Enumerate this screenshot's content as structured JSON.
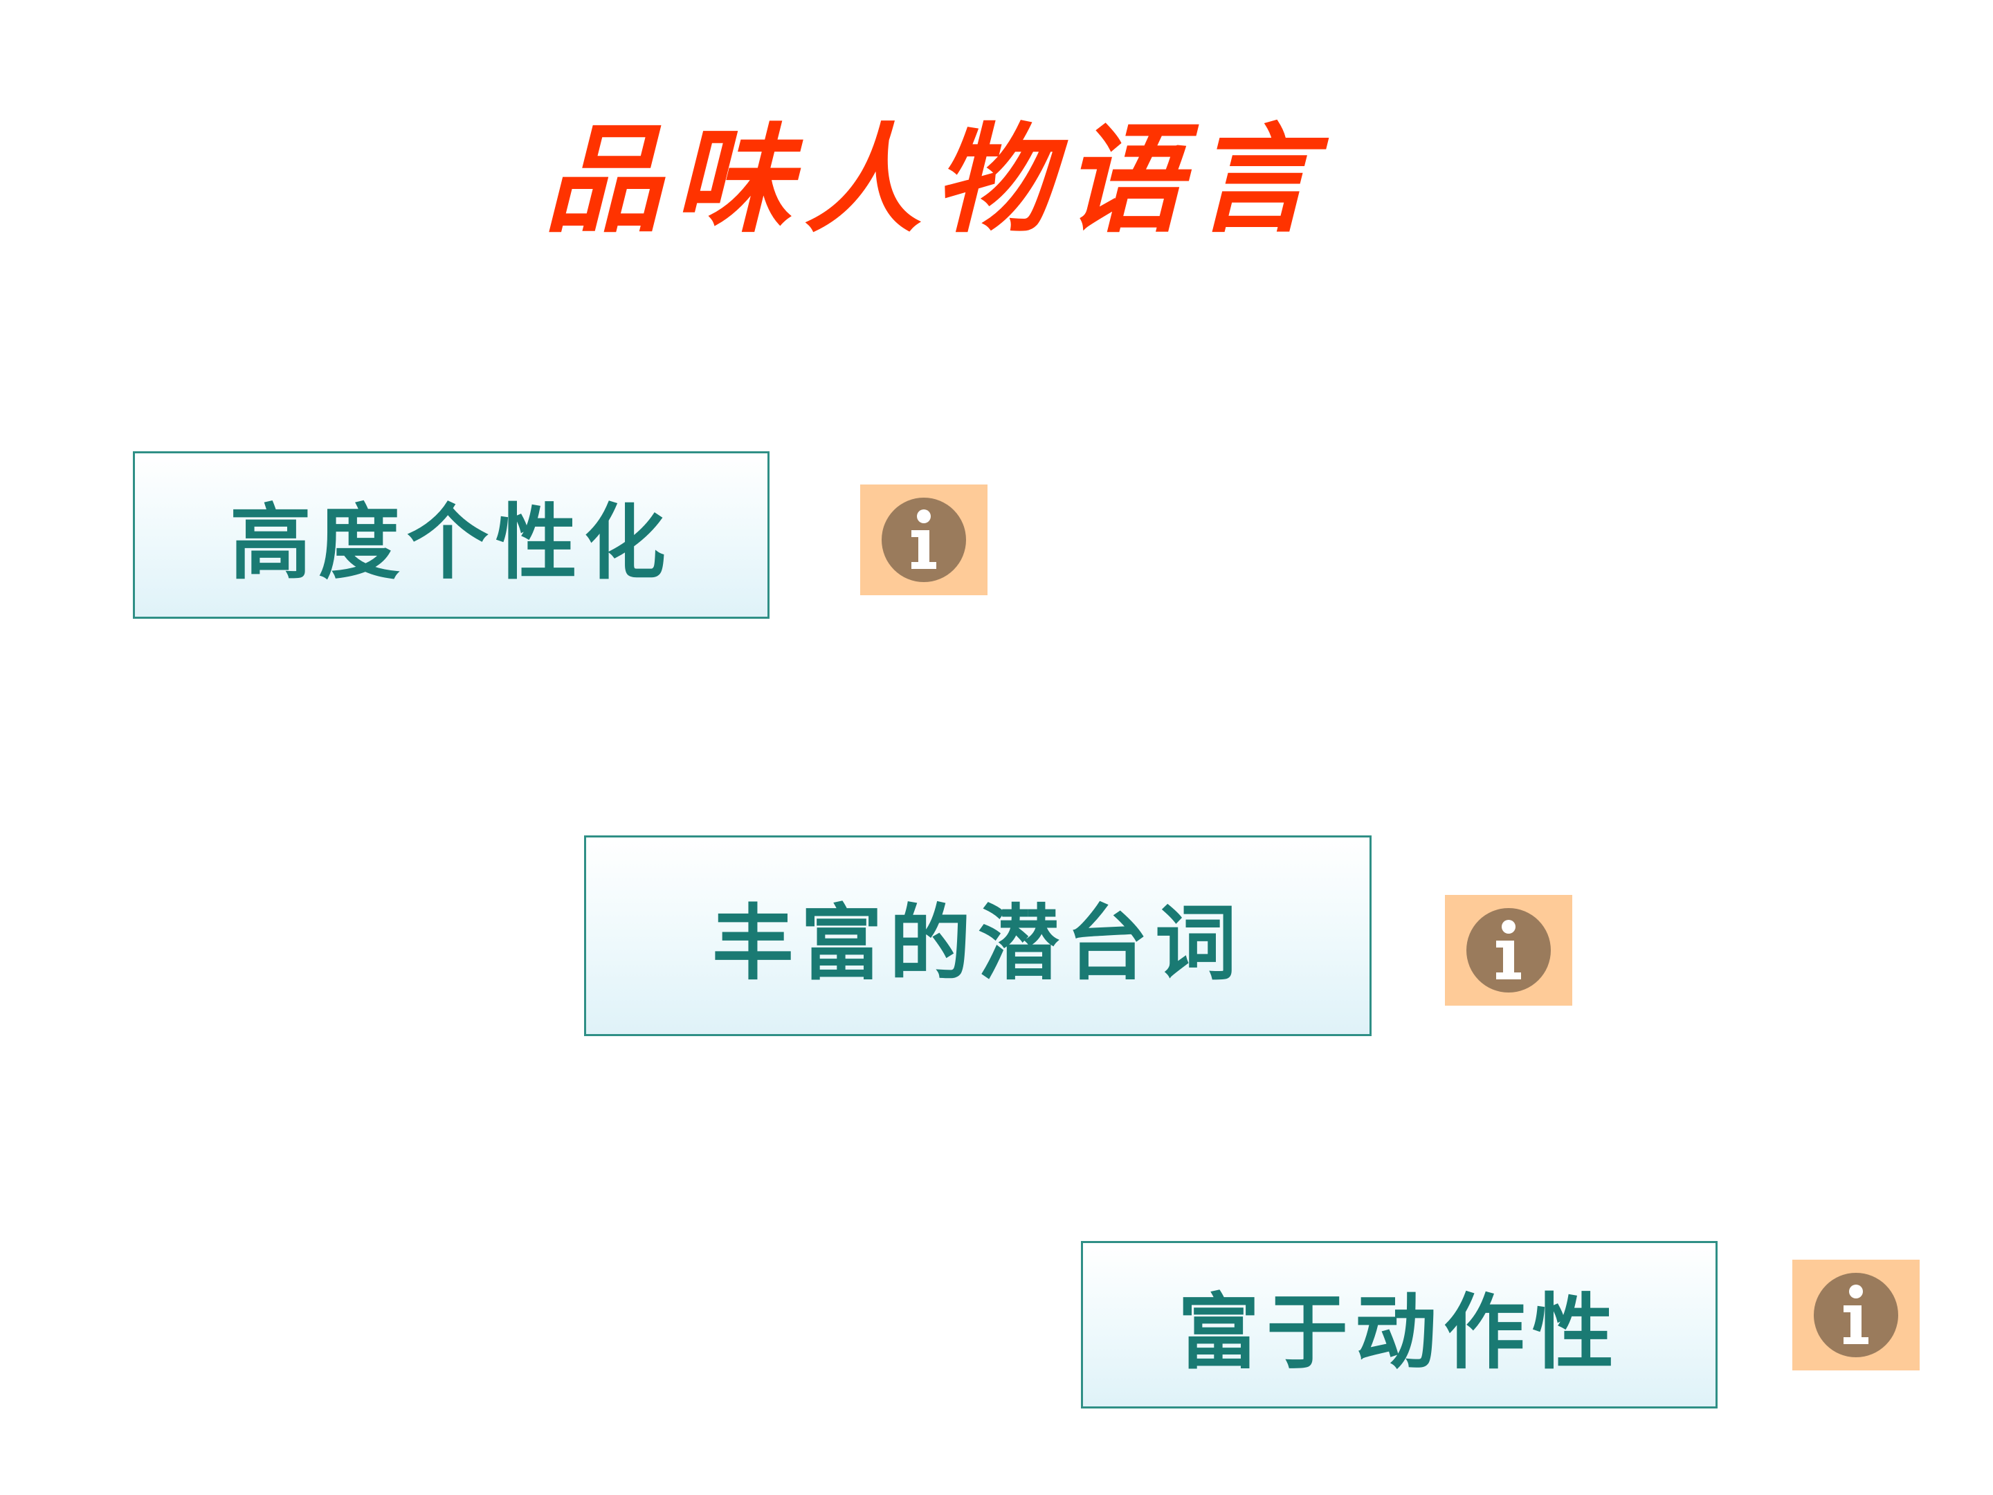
{
  "slide": {
    "title": "品味人物语言",
    "title_color": "#ff3300",
    "topics": [
      {
        "label": "高度个性化"
      },
      {
        "label": "丰富的潜台词"
      },
      {
        "label": "富于动作性"
      }
    ],
    "topic_text_color": "#1a7a73",
    "info_button_bg": "#fecb98",
    "info_icon_color": "#9a7b5c",
    "info_icon": "info-icon"
  }
}
